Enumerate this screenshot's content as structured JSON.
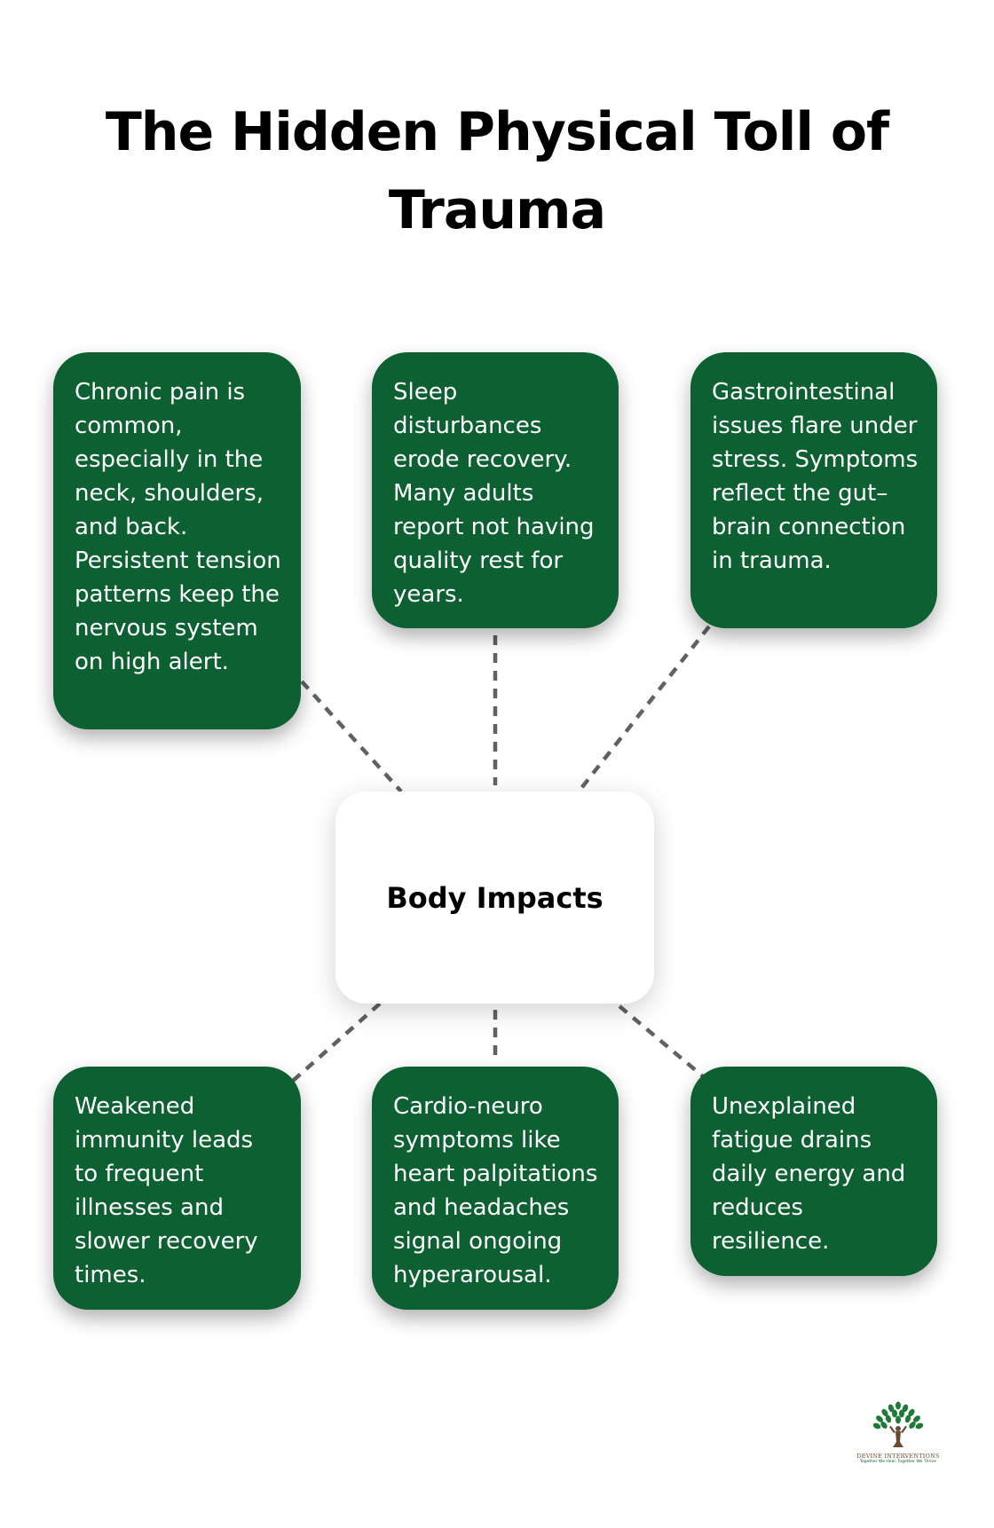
{
  "title": "The Hidden Physical Toll of Trauma",
  "center": {
    "label": "Body Impacts"
  },
  "colors": {
    "card_bg": "#0c6032",
    "card_text": "#ffffff",
    "connector": "#616161",
    "center_bg": "#ffffff"
  },
  "cards": [
    {
      "text": "Chronic pain is common, especially in the neck, shoulders, and back. Persistent tension patterns keep the nervous system on high alert."
    },
    {
      "text": "Sleep disturbances erode recovery. Many adults report not having quality rest for years."
    },
    {
      "text": "Gastrointestinal issues flare under stress. Symptoms reflect the gut–brain connection in trauma."
    },
    {
      "text": "Weakened immunity leads to frequent illnesses and slower recovery times."
    },
    {
      "text": "Cardio-neuro symptoms like heart palpitations and headaches signal ongoing hyperarousal."
    },
    {
      "text": "Unexplained fatigue drains daily energy and reduces resilience."
    }
  ],
  "logo": {
    "icon": "tree-icon",
    "brand": "DEVINE INTERVENTIONS",
    "tagline": "Together We Heal, Together We Thrive"
  }
}
